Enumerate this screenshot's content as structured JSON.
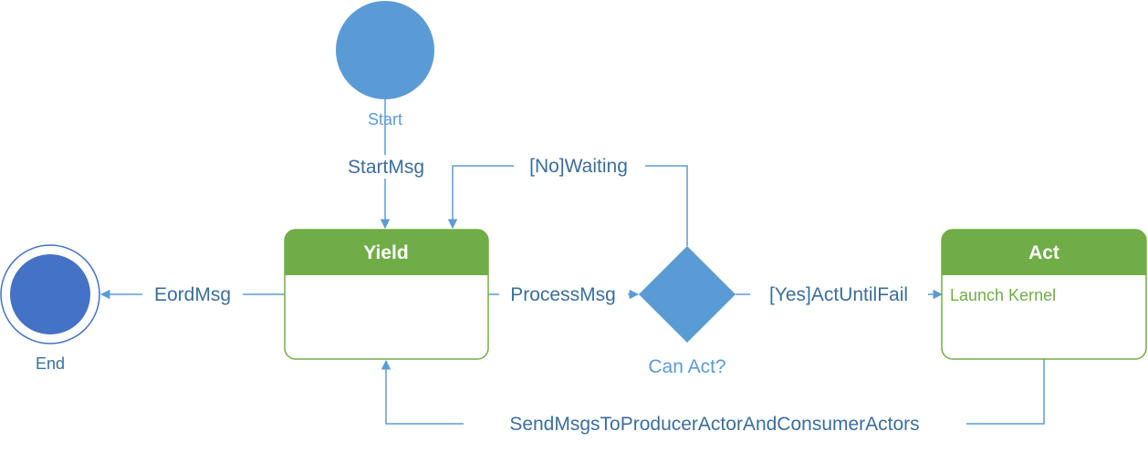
{
  "colors": {
    "initial_node": "#5b9bd5",
    "final_node": "#4472c4",
    "decision_node": "#5b9bd5",
    "state_header": "#70ad47",
    "state_border": "#70ad47",
    "flow_line": "#5b9bd5",
    "edge_text": "#3b6e9c",
    "caption_text": "#5b9bd5",
    "activity_text": "#70ad47"
  },
  "nodes": {
    "start": {
      "label": "Start"
    },
    "end": {
      "label": "End"
    },
    "decision": {
      "label": "Can Act?"
    },
    "yield_state": {
      "title": "Yield",
      "activity": ""
    },
    "act_state": {
      "title": "Act",
      "activity": "Launch Kernel"
    }
  },
  "edges": {
    "start_to_yield": "StartMsg",
    "yield_to_end": "EordMsg",
    "yield_to_decision": "ProcessMsg",
    "decision_no": "[No]Waiting",
    "decision_yes": "[Yes]ActUntilFail",
    "act_to_yield": "SendMsgsToProducerActorAndConsumerActors"
  }
}
